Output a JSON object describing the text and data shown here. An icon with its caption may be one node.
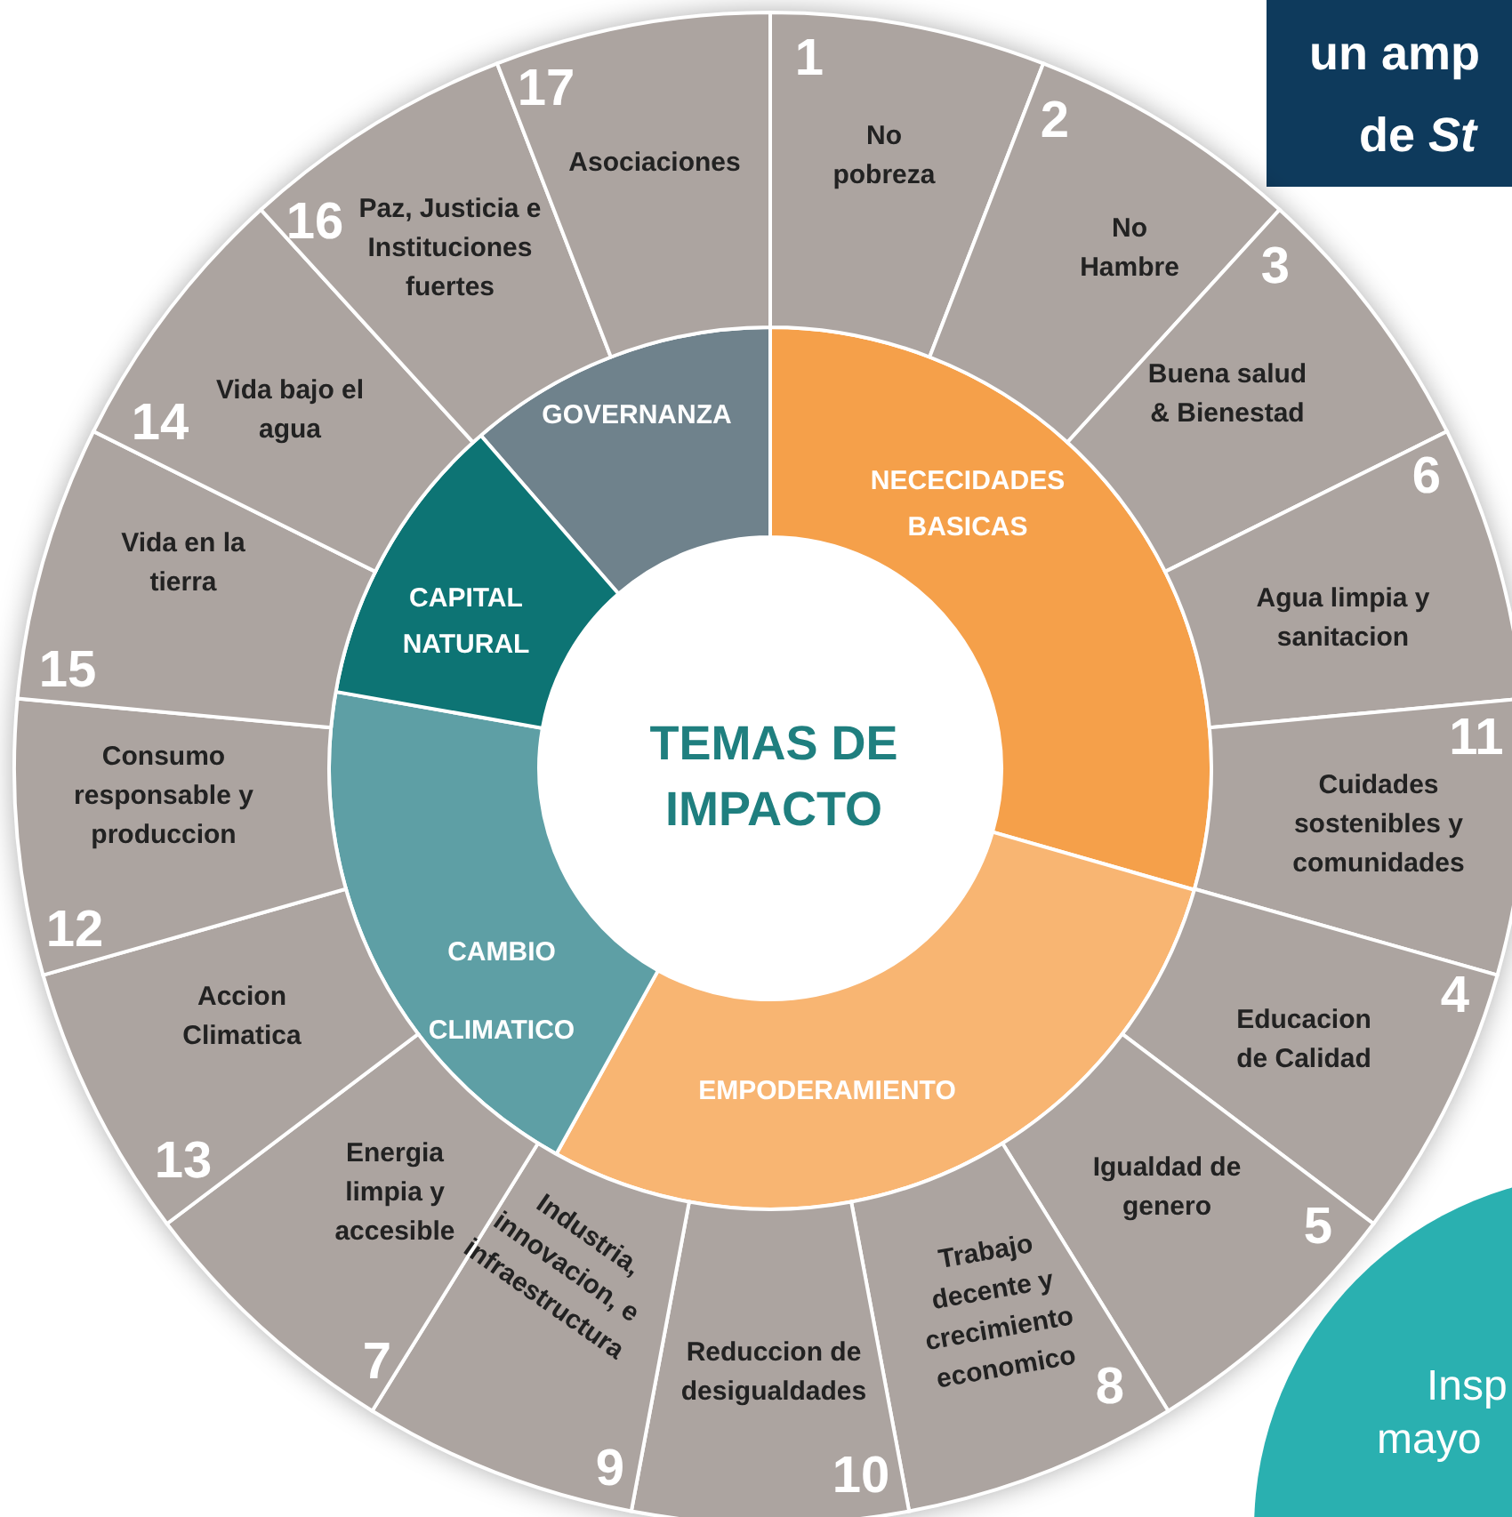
{
  "diagram": {
    "nodes": [
      {
        "text": [
          "TEMAS DE IMPACTO"
        ]
      },
      {
        "text": [
          "GOVERNANZA"
        ]
      },
      {
        "text": [
          "NECECIDADES BASICAS"
        ]
      },
      {
        "text": [
          "EMPODERAMIENTO"
        ]
      },
      {
        "text": [
          "CAMBIO CLIMATICO"
        ]
      },
      {
        "text": [
          "CAPITAL NATURAL"
        ]
      },
      {
        "text": [
          "No pobreza",
          "1"
        ]
      },
      {
        "text": [
          "No Hambre",
          "2"
        ]
      },
      {
        "text": [
          "3",
          "Buena salud & Bienestad"
        ]
      },
      {
        "text": [
          "6",
          "Agua limpia y sanitacion"
        ]
      },
      {
        "text": [
          "11",
          "Cuidades sostenibles y comunidades"
        ]
      },
      {
        "text": [
          "Educacion de Calidad",
          "4"
        ]
      },
      {
        "text": [
          "Igualdad de genero",
          "5"
        ]
      },
      {
        "text": [
          "Trabajo decente y crecimiento economico",
          "8"
        ]
      },
      {
        "text": [
          "Reduccion de desigualdades",
          "10"
        ]
      },
      {
        "text": [
          "Industria, innovacion, e infraestructura",
          "9"
        ]
      },
      {
        "text": [
          "Energia limpia y accesible",
          "7"
        ]
      },
      {
        "text": [
          "Accion Climatica",
          "13"
        ]
      },
      {
        "text": [
          "Consumo responsable y produccion",
          "12"
        ]
      },
      {
        "text": [
          "Vida en la tierra",
          "15"
        ]
      },
      {
        "text": [
          "14",
          "Vida bajo el agua"
        ]
      },
      {
        "text": [
          "16",
          "Paz, Justicia e Instituciones fuertes"
        ]
      },
      {
        "text": [
          "17",
          "Asociaciones"
        ]
      },
      {
        "text": [
          "un amp",
          "de *St*"
        ]
      },
      {
        "text": [
          "Insp",
          "mayo"
        ]
      }
    ]
  }
}
